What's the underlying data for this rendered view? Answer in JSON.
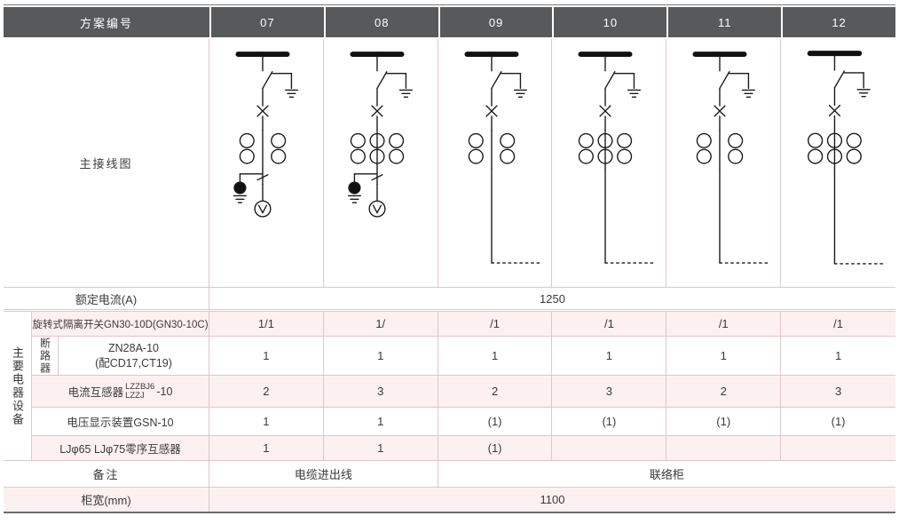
{
  "colors": {
    "header_bg": "#58595b",
    "row_pink": "#fdf0f0",
    "line": "#ddc8c8"
  },
  "header": {
    "scheme_label": "方案编号",
    "schemes": [
      "07",
      "08",
      "09",
      "10",
      "11",
      "12"
    ]
  },
  "diagram_row": {
    "label": "主接线图",
    "diagrams": [
      {
        "cts": 2,
        "pt": true,
        "cable": false
      },
      {
        "cts": 3,
        "pt": true,
        "cable": false
      },
      {
        "cts": 2,
        "pt": false,
        "cable": true
      },
      {
        "cts": 3,
        "pt": false,
        "cable": true
      },
      {
        "cts": 2,
        "pt": false,
        "cable": true
      },
      {
        "cts": 3,
        "pt": false,
        "cable": true
      }
    ]
  },
  "rated_current": {
    "label": "额定电流(A)",
    "value": "1250"
  },
  "equipment": {
    "group_label": "主要电器设备",
    "rows": [
      {
        "name": "旋转式隔离开关GN30-10D(GN30-10C)",
        "values": [
          "1/1",
          "1/",
          "/1",
          "/1",
          "/1",
          "/1"
        ]
      },
      {
        "sub_label": "断路器",
        "name_line1": "ZN28A-10",
        "name_line2": "(配CD17,CT19)",
        "values": [
          "1",
          "1",
          "1",
          "1",
          "1",
          "1"
        ]
      },
      {
        "name_prefix": "电流互感器",
        "stack_top": "LZZBJ6",
        "stack_bottom": "LZZJ",
        "name_suffix": "-10",
        "values": [
          "2",
          "3",
          "2",
          "3",
          "2",
          "3"
        ]
      },
      {
        "name": "电压显示装置GSN-10",
        "values": [
          "1",
          "1",
          "(1)",
          "(1)",
          "(1)",
          "(1)"
        ]
      },
      {
        "name": "LJφ65 LJφ75零序互感器",
        "values": [
          "1",
          "1",
          "(1)",
          "",
          "",
          ""
        ]
      }
    ]
  },
  "remarks": {
    "label": "备注",
    "cable_label": "电缆进出线",
    "tie_label": "联络柜"
  },
  "width_row": {
    "label": "柜宽(mm)",
    "value": "1100"
  }
}
